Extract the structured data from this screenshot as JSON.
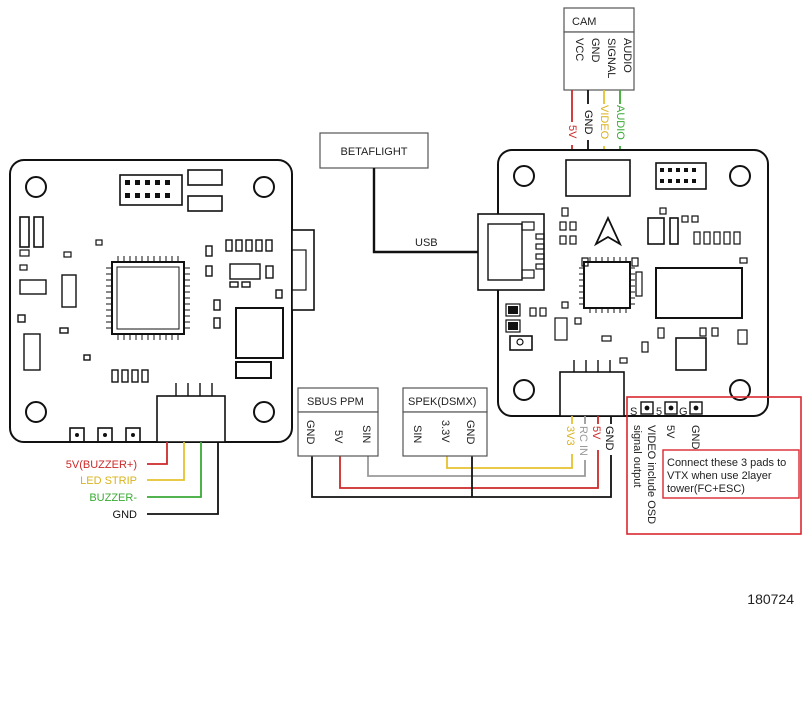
{
  "cam": {
    "title": "CAM",
    "pins": [
      "AUDIO",
      "SIGNAL",
      "GND",
      "VCC"
    ],
    "wires": [
      "AUDIO",
      "VIDEO",
      "GND",
      "5V"
    ]
  },
  "betaflight": {
    "label": "BETAFLIGHT",
    "usb_label": "USB"
  },
  "sbus": {
    "title": "SBUS PPM",
    "pins": [
      "GND",
      "5V",
      "SIN"
    ]
  },
  "spek": {
    "title": "SPEK(DSMX)",
    "pins": [
      "SIN",
      "3.3V",
      "GND"
    ]
  },
  "fc_pads": [
    "3V3",
    "RC IN",
    "5V",
    "GND"
  ],
  "left_wires": [
    "5V(BUZZER+)",
    "LED STRIP",
    "BUZZER-",
    "GND"
  ],
  "vtx": {
    "pads": [
      "S",
      "5",
      "G"
    ],
    "pins": [
      "VIDEO include OSD signal output",
      "5V",
      "GND"
    ],
    "pin_line1": "VIDEO include OSD",
    "pin_line2": "signal output",
    "note_line1": "Connect these 3 pads to",
    "note_line2": "VTX when use 2layer",
    "note_line3": "tower(FC+ESC)"
  },
  "date_code": "180724",
  "colors": {
    "red": "#cc2a2a",
    "yellow": "#e6c22e",
    "green": "#3aaa35",
    "gray": "#9a9a9a",
    "black": "#111111",
    "frame_red": "#d8282f"
  }
}
